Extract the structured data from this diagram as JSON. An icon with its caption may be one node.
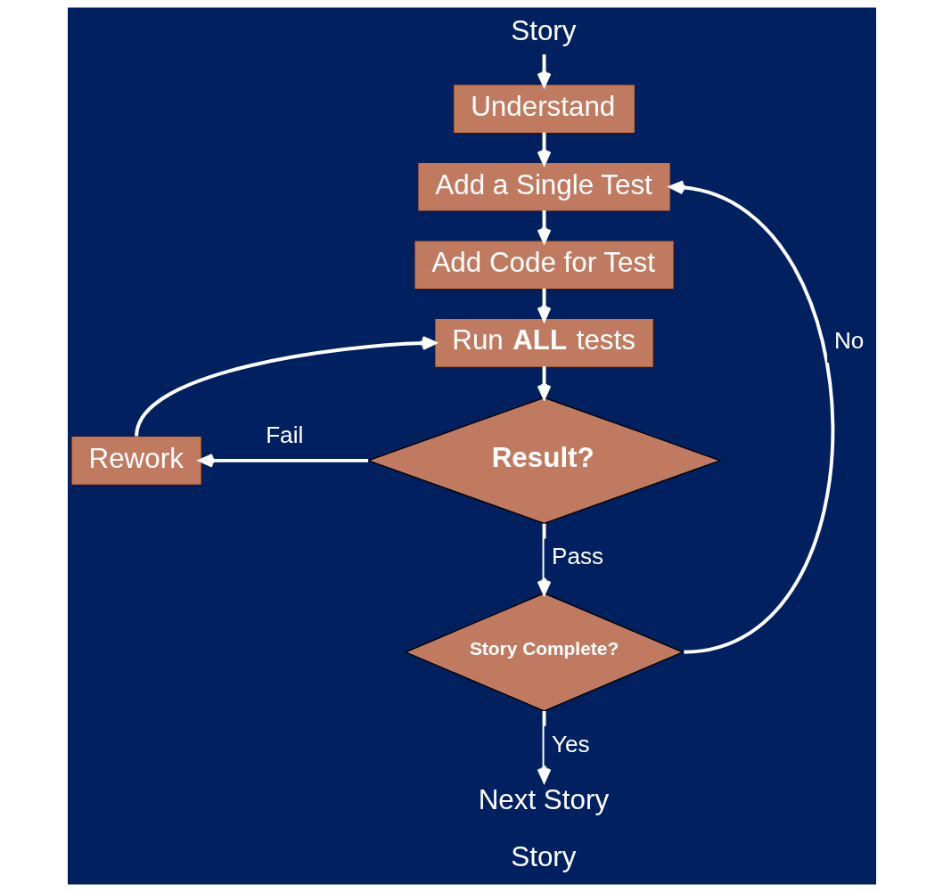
{
  "diagram": {
    "nodes": [
      {
        "text": [
          "Story"
        ]
      },
      {
        "text": [
          "Understand"
        ]
      },
      {
        "text": [
          "Add a Single Test"
        ]
      },
      {
        "text": [
          "Add Code for Test"
        ]
      },
      {
        "text": [
          "Run **ALL** tests"
        ]
      },
      {
        "text": [
          "Rework"
        ]
      },
      {
        "text": [
          "Result?"
        ]
      },
      {
        "text": [
          "Story Complete?"
        ]
      },
      {
        "text": [
          "Next Story"
        ]
      }
    ],
    "edges": [
      {
        "from": 0,
        "to": 1,
        "arrow": "to"
      },
      {
        "from": 1,
        "to": 2,
        "arrow": "to"
      },
      {
        "from": 2,
        "to": 3,
        "arrow": "to"
      },
      {
        "from": 3,
        "to": 4,
        "arrow": "to"
      },
      {
        "from": 4,
        "to": 6,
        "arrow": "to"
      },
      {
        "from": 6,
        "to": 5,
        "arrow": "to",
        "label": "Fail"
      },
      {
        "from": 5,
        "to": 4,
        "arrow": "to"
      },
      {
        "from": 6,
        "to": 7,
        "arrow": "to",
        "label": "Pass"
      },
      {
        "from": 7,
        "to": 2,
        "arrow": "to",
        "label": "No"
      },
      {
        "from": 7,
        "to": 8,
        "arrow": "to",
        "label": "Yes"
      }
    ],
    "labels": [
      "Story"
    ]
  }
}
